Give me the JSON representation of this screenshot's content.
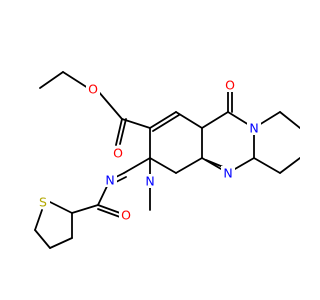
{
  "molecule": {
    "atom_colors": {
      "O": "#ff0000",
      "N": "#0000ff",
      "S": "#b3a800",
      "C": "#000000"
    },
    "labels": {
      "ester_O_single": "O",
      "ester_O_double": "O",
      "ketone_O": "O",
      "N_ring_bridge": "N",
      "N_methyl": "N",
      "N_imine": "N",
      "N_pyrimidine": "N",
      "amide_O": "O",
      "thiophene_S": "S"
    }
  }
}
